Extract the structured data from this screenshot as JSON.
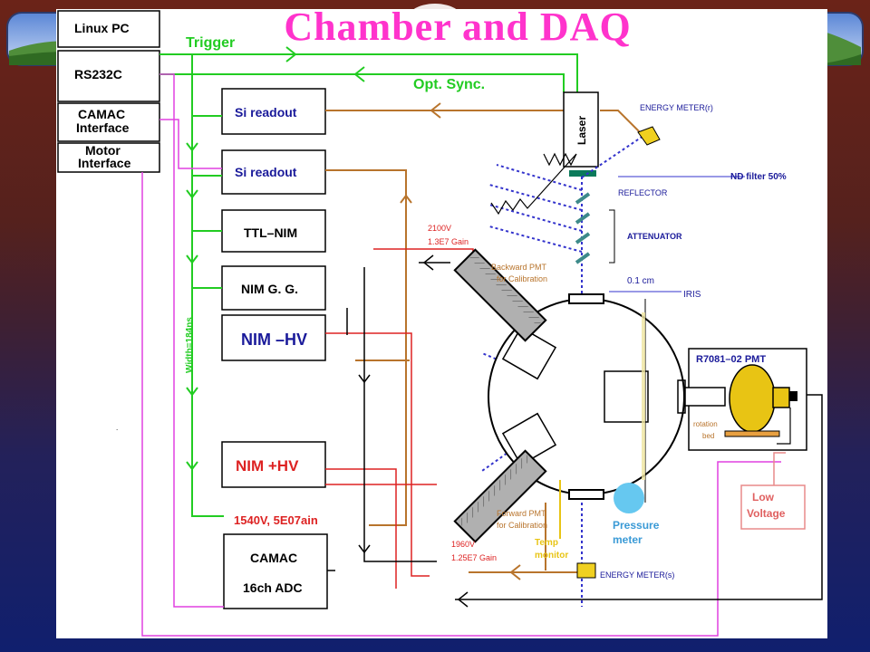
{
  "slide": {
    "title": "Chamber and DAQ"
  },
  "boxes": {
    "linux_pc": "Linux PC",
    "rs232c": "RS232C",
    "camac_interface": [
      "CAMAC",
      "Interface"
    ],
    "motor_interface": [
      "Motor",
      "Interface"
    ],
    "si_readout_1": "Si readout",
    "si_readout_2": "Si readout",
    "ttl_nim": "TTL–NIM",
    "nim_gg": "NIM G. G.",
    "nim_neg_hv": "NIM  –HV",
    "nim_pos_hv": "NIM  +HV",
    "camac": "CAMAC",
    "adc": "16ch ADC",
    "low_voltage": [
      "Low",
      "Voltage"
    ]
  },
  "labels": {
    "trigger": "Trigger",
    "opt_sync": "Opt. Sync.",
    "width": "Width=184ns",
    "laser": "Laser",
    "energy_meter_r": "ENERGY METER(r)",
    "energy_meter_s": "ENERGY METER(s)",
    "nd_filter": "ND filter 50%",
    "reflector": "REFLECTOR",
    "attenuator": "ATTENUATOR",
    "iris_size": "0.1 cm",
    "iris": "IRIS",
    "backward_hv": "2100V",
    "backward_gain": "1.3E7 Gain",
    "backward_pmt": [
      "Backward PMT",
      "for Calibration"
    ],
    "forward_pmt": [
      "Forward PMT",
      "for Calibration"
    ],
    "forward_hv": "1960V",
    "forward_gain": "1.25E7 Gain",
    "camac_hv": "1540V, 5E07ain",
    "r7081_pmt": "R7081–02 PMT",
    "rotation_bed": [
      "rotation",
      "bed"
    ],
    "pressure_meter": [
      "Pressure",
      "meter"
    ],
    "temp_monitor": [
      "Temp",
      "monitor"
    ]
  },
  "colors": {
    "title": "#ff33cc",
    "green_signal": "#22cc22",
    "brown_signal": "#b8742c",
    "magenta_signal": "#e040e0",
    "red_signal": "#dd2222",
    "laser_beam": "#3333cc",
    "navy_text": "#1a1a9a",
    "red_text": "#cc2222",
    "pmt_yellow": "#e8c414",
    "pressure_blue": "#66c8f0"
  }
}
